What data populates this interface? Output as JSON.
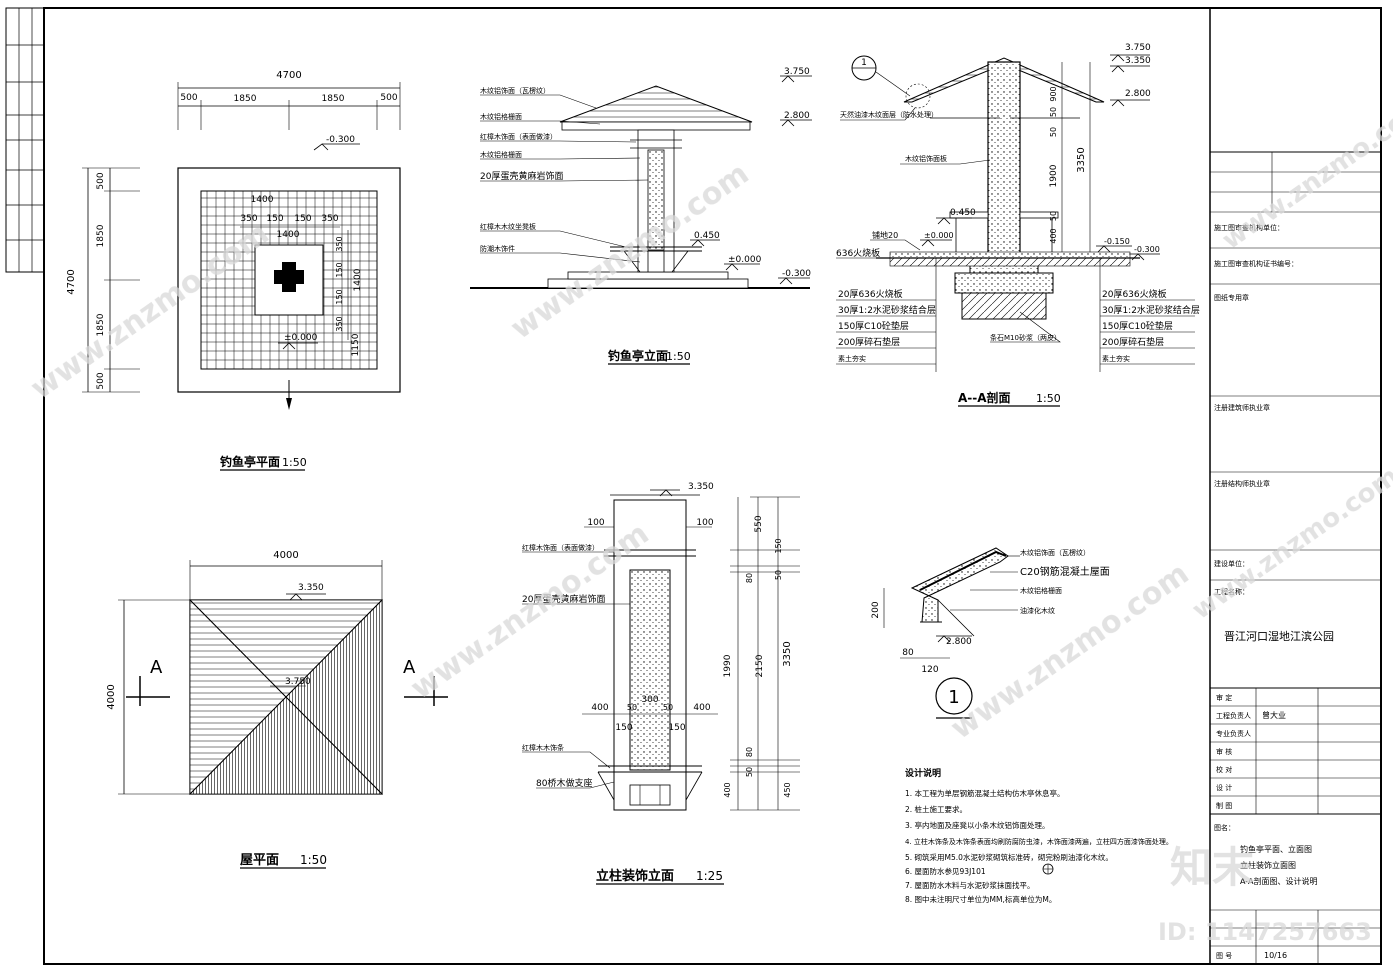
{
  "plan": {
    "title": "钓鱼亭平面",
    "scale": "1:50",
    "dim_total": "4700",
    "dim_edge": "500",
    "dim_mid": "1850",
    "dim_1400": "1400",
    "dim_350": "350",
    "dim_150": "150",
    "dim_1150": "1150",
    "level_top": "-0.300",
    "level_center": "±0.000"
  },
  "elevation": {
    "title": "钓鱼亭立面",
    "scale": "1:50",
    "level_3750": "3.750",
    "level_2800": "2.800",
    "level_0450": "0.450",
    "level_0000": "±0.000",
    "level_m0300": "-0.300",
    "notes": [
      "木纹铝饰面（瓦楞纹）",
      "木纹铝格栅面",
      "红樟木饰面（表面做漆）",
      "木纹铝格栅面",
      "20厚蛋壳黄麻岩饰面",
      "红樟木木纹坐凳板",
      "防潮木饰件"
    ]
  },
  "section": {
    "title": "A--A剖面",
    "scale": "1:50",
    "bubble": "1",
    "level_3750": "3.750",
    "level_3350": "3.350",
    "level_2800": "2.800",
    "level_0450": "0.450",
    "level_0000": "±0.000",
    "level_m0150": "-0.150",
    "level_m0300": "-0.300",
    "dim_900": "900",
    "dim_50": "50",
    "dim_1900": "1900",
    "dim_400": "400",
    "dim_3350": "3350",
    "note_roof": "天然油漆木纹面层（防水处理）",
    "note_column": "木纹铝饰面板",
    "note_stone": "铺地20",
    "note_stone2": "636火烧板",
    "note_footing": "条石M10砂浆（两皮）",
    "layers_left": [
      "20厚636火烧板",
      "30厚1:2水泥砂浆结合层",
      "150厚C10砼垫层",
      "200厚碎石垫层",
      "素土夯实"
    ],
    "layers_right": [
      "20厚636火烧板",
      "30厚1:2水泥砂浆结合层",
      "150厚C10砼垫层",
      "200厚碎石垫层",
      "素土夯实"
    ]
  },
  "roof": {
    "title": "屋平面",
    "scale": "1:50",
    "dim_4000": "4000",
    "level_3350": "3.350",
    "level_3750": "3.750",
    "section_mark": "A"
  },
  "column": {
    "title": "立柱装饰立面",
    "scale": "1:25",
    "level_3350": "3.350",
    "dims_top": [
      "100",
      "150",
      "400",
      "150",
      "100"
    ],
    "dims_bottom": [
      "400",
      "50",
      "300",
      "50",
      "400"
    ],
    "dim_150": "150",
    "dims_right": [
      "550",
      "150",
      "50",
      "80",
      "1990",
      "2150",
      "3350",
      "80",
      "50",
      "400",
      "450"
    ],
    "notes": [
      "红樟木饰面（表面做漆）",
      "20厚蛋壳黄麻岩饰面",
      "红樟木木饰条",
      "80桥木做支座"
    ]
  },
  "detail": {
    "bubble": "1",
    "dim_200": "200",
    "dim_80": "80",
    "dim_120": "120",
    "level_2800": "2.800",
    "notes": [
      "木纹铝饰面（瓦楞纹）",
      "C20钢筋混凝土屋面",
      "木纹铝格栅面",
      "油漆化木纹"
    ]
  },
  "design_notes": {
    "title": "设计说明",
    "items": [
      "1.  本工程为单层钢筋混凝土结构仿木亭休息亭。",
      "2.  桩土施工要求。",
      "3.  亭内地面及座凳以小条木纹铝饰面处理。",
      "4.  立柱木饰条及木饰条表面均刷防腐防虫漆，木饰面漆两遍，立柱四方面漆饰面处理。",
      "5.  砌筑采用M5.0水泥砂浆砌筑标准砖，砌完粉刷油漆化木纹。",
      "6.  屋面防水参见93J101",
      "7.  屋面防水木料与水泥砂浆抹面找平。",
      "8.  图中未注明尺寸单位为MM,标高单位为M。"
    ]
  },
  "title_block": {
    "unit_label": "施工图审查机构单位：",
    "cert_label": "施工图审查机构证书编号：",
    "review_stamp": "图纸专用章",
    "regist_stamp": "注册建筑师执业章",
    "eng_stamp": "注册结构师执业章",
    "build_unit": "建设单位：",
    "project_label": "工程名称：",
    "project_name": "晋江河口湿地江滨公园",
    "roles": [
      "审  定",
      "工程负责人",
      "专业负责人",
      "审  核",
      "校  对",
      "设  计",
      "制  图"
    ],
    "person": "曾大业",
    "drawing_name_label": "图名：",
    "drawing_names": [
      "钓鱼亭平面、立面图",
      "立柱装饰立面图",
      "A-A剖面图、设计说明"
    ],
    "drawing_no_label": "图  号",
    "drawing_no": "10/16"
  },
  "watermark": {
    "text": "www.znzmo.com",
    "brand": "知末",
    "id_text": "ID: 1147257663"
  }
}
